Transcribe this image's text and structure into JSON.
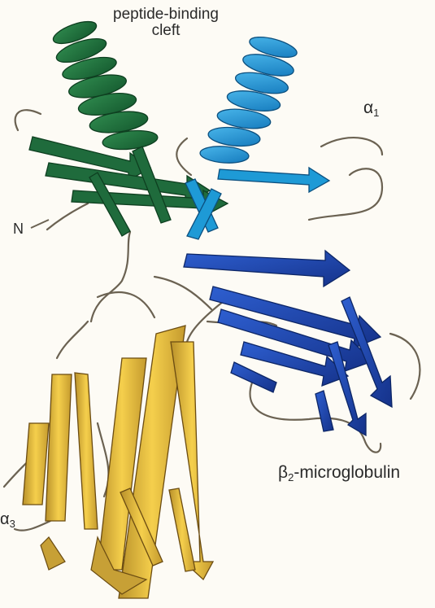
{
  "labels": {
    "cleft_line1": "peptide-binding",
    "cleft_line2": "cleft",
    "alpha1_symbol": "α",
    "alpha1_sub": "1",
    "n_terminus": "N",
    "b2m_symbol": "β",
    "b2m_sub": "2",
    "b2m_suffix": "-microglobulin",
    "alpha3_symbol": "α",
    "alpha3_sub": "3"
  },
  "colors": {
    "alpha2_domain": "#1f6b3c",
    "alpha1_domain": "#1e9ad6",
    "b2m_domain": "#1f47b0",
    "alpha3_domain": "#e8bf3c",
    "loop": "#6b6252"
  }
}
